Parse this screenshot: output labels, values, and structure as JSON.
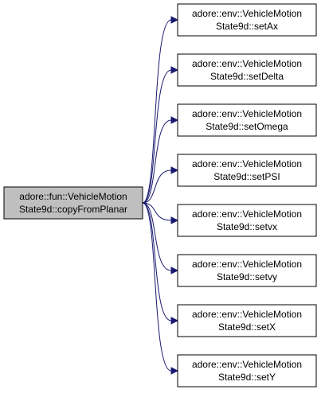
{
  "graph": {
    "source": {
      "line1": "adore::fun::VehicleMotion",
      "line2": "State9d::copyFromPlanar"
    },
    "targets": [
      {
        "line1": "adore::env::VehicleMotion",
        "line2": "State9d::setAx"
      },
      {
        "line1": "adore::env::VehicleMotion",
        "line2": "State9d::setDelta"
      },
      {
        "line1": "adore::env::VehicleMotion",
        "line2": "State9d::setOmega"
      },
      {
        "line1": "adore::env::VehicleMotion",
        "line2": "State9d::setPSI"
      },
      {
        "line1": "adore::env::VehicleMotion",
        "line2": "State9d::setvx"
      },
      {
        "line1": "adore::env::VehicleMotion",
        "line2": "State9d::setvy"
      },
      {
        "line1": "adore::env::VehicleMotion",
        "line2": "State9d::setX"
      },
      {
        "line1": "adore::env::VehicleMotion",
        "line2": "State9d::setY"
      }
    ],
    "colors": {
      "edge": "#191970",
      "source_fill": "#bfbfbf",
      "node_fill": "#ffffff",
      "border": "#000000"
    }
  }
}
